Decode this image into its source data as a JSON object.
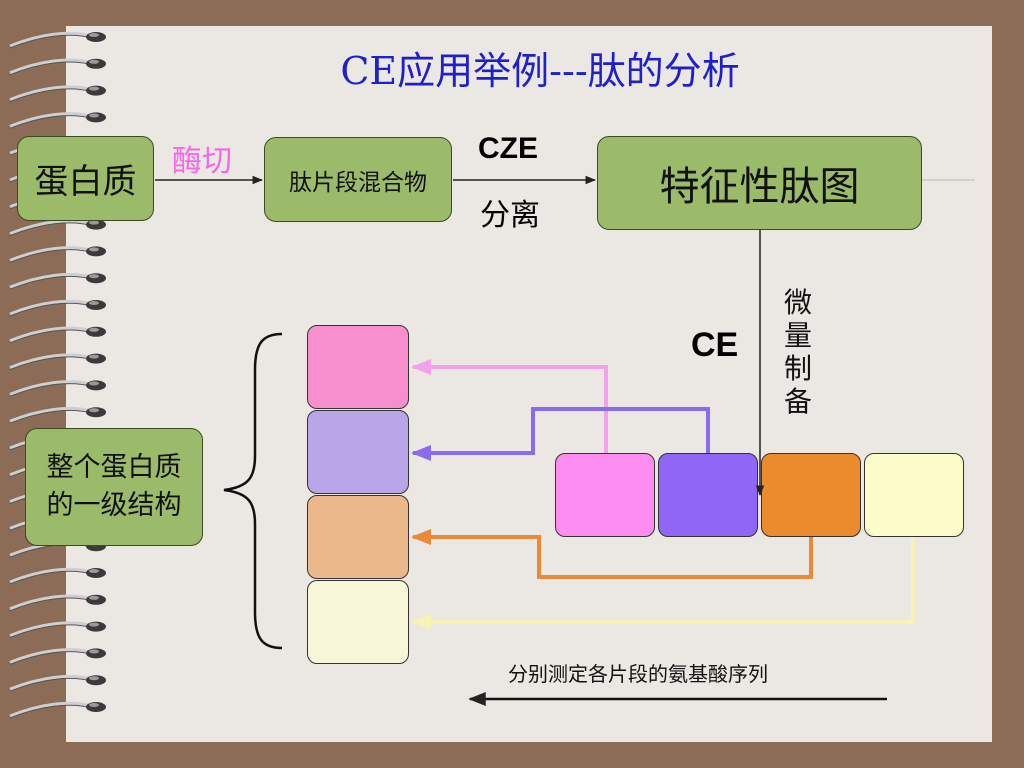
{
  "title": "CE应用举例---肽的分析",
  "steps": {
    "protein": "蛋白质",
    "digest": "酶切",
    "mixture": "肽片段混合物",
    "czeTop": "CZE",
    "czeBottom": "分离",
    "map": "特征性肽图",
    "prep": "微量制备",
    "ce": "CE"
  },
  "primary_structure": "整个蛋白质的一级结构",
  "sequencing": "分别测定各片段的氨基酸序列",
  "fragment_colors": [
    "#f78fcf",
    "#b9a6e8",
    "#ebb88b",
    "#f8f6d8"
  ],
  "separated_colors": [
    "#fd8df1",
    "#8f66f5",
    "#ec8b2e",
    "#fdfccb"
  ],
  "line_colors": [
    "#f5a0ef",
    "#8a6bf0",
    "#e88a36",
    "#f7f3b5"
  ]
}
